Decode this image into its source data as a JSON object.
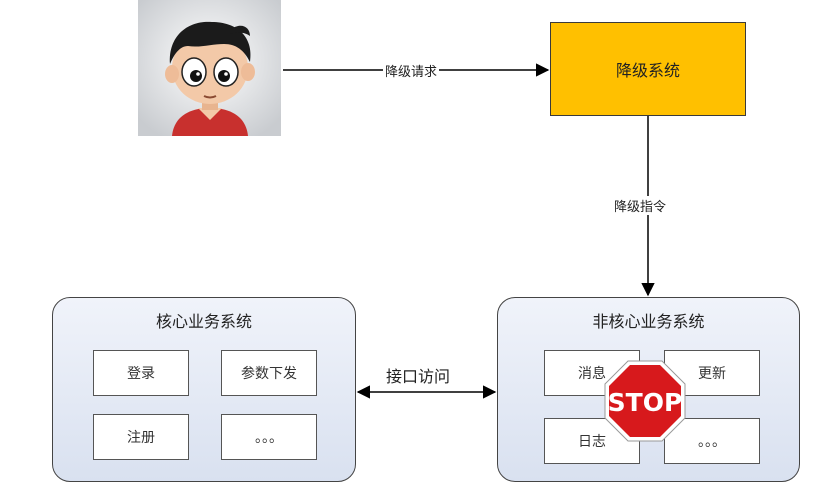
{
  "degrade_request_label": "降级请求",
  "degrade_system_label": "降级系统",
  "degrade_command_label": "降级指令",
  "core_system": {
    "title": "核心业务系统",
    "modules": [
      "登录",
      "参数下发",
      "注册",
      "。。。"
    ]
  },
  "noncore_system": {
    "title": "非核心业务系统",
    "modules": [
      "消息",
      "更新",
      "日志",
      "。。。"
    ]
  },
  "interface_access_label": "接口访问",
  "stop_sign_text": "STOP",
  "colors": {
    "degrade_system_fill": "#FFC000",
    "stop_sign_fill": "#D7191C",
    "group_fill": "#E3E9F4"
  }
}
